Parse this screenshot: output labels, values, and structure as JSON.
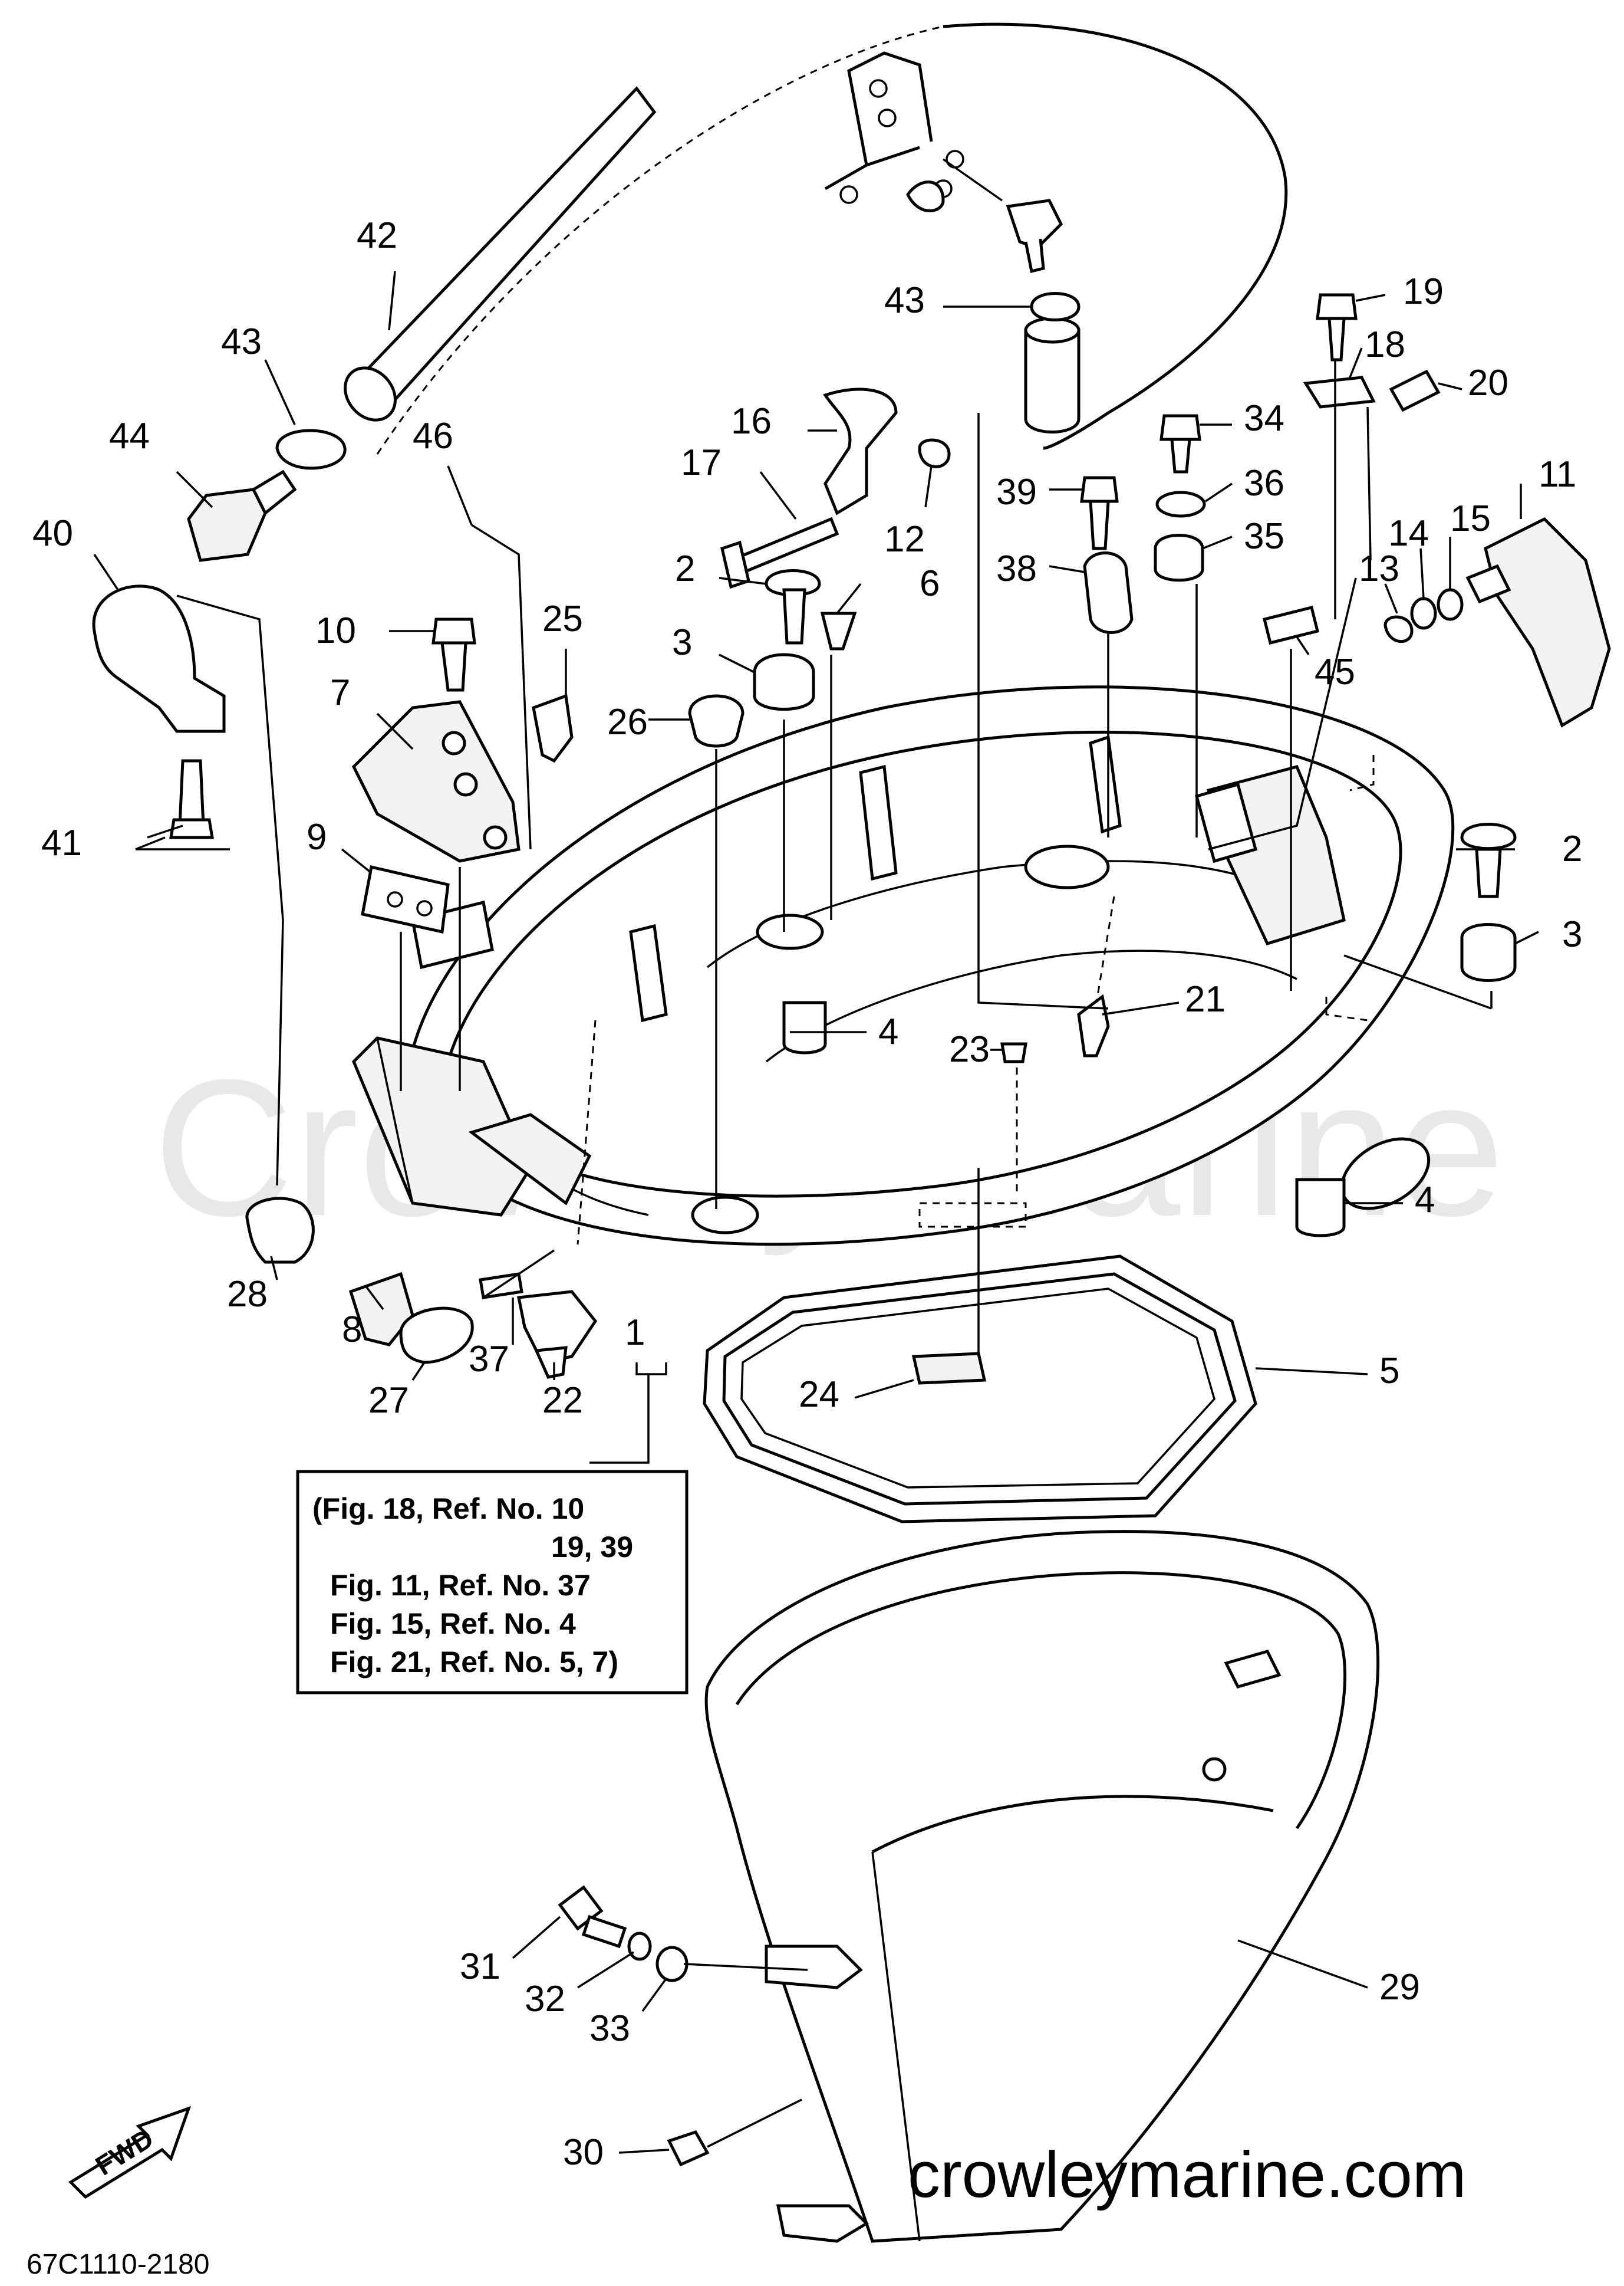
{
  "watermark": "Crowley Marine",
  "website": "crowleymarine.com",
  "diagram_code": "67C1110-2180",
  "fwd_label": "FWD",
  "reference_box": {
    "lines": [
      "(Fig. 18, Ref. No. 10",
      "19, 39",
      "Fig. 11, Ref. No. 37",
      "Fig. 15, Ref. No. 4",
      "Fig. 21, Ref. No. 5, 7)"
    ]
  },
  "callouts": [
    {
      "id": "c42",
      "text": "42"
    },
    {
      "id": "c43a",
      "text": "43"
    },
    {
      "id": "c44",
      "text": "44"
    },
    {
      "id": "c40",
      "text": "40"
    },
    {
      "id": "c46",
      "text": "46"
    },
    {
      "id": "c10",
      "text": "10"
    },
    {
      "id": "c7",
      "text": "7"
    },
    {
      "id": "c25",
      "text": "25"
    },
    {
      "id": "c9",
      "text": "9"
    },
    {
      "id": "c41",
      "text": "41"
    },
    {
      "id": "c28",
      "text": "28"
    },
    {
      "id": "c8",
      "text": "8"
    },
    {
      "id": "c27",
      "text": "27"
    },
    {
      "id": "c37",
      "text": "37"
    },
    {
      "id": "c22",
      "text": "22"
    },
    {
      "id": "c1",
      "text": "1"
    },
    {
      "id": "c16",
      "text": "16"
    },
    {
      "id": "c17",
      "text": "17"
    },
    {
      "id": "c12",
      "text": "12"
    },
    {
      "id": "c2a",
      "text": "2"
    },
    {
      "id": "c6",
      "text": "6"
    },
    {
      "id": "c3a",
      "text": "3"
    },
    {
      "id": "c26",
      "text": "26"
    },
    {
      "id": "c43b",
      "text": "43"
    },
    {
      "id": "c39",
      "text": "39"
    },
    {
      "id": "c38",
      "text": "38"
    },
    {
      "id": "c34",
      "text": "34"
    },
    {
      "id": "c36",
      "text": "36"
    },
    {
      "id": "c35",
      "text": "35"
    },
    {
      "id": "c19",
      "text": "19"
    },
    {
      "id": "c18",
      "text": "18"
    },
    {
      "id": "c20",
      "text": "20"
    },
    {
      "id": "c11",
      "text": "11"
    },
    {
      "id": "c14",
      "text": "14"
    },
    {
      "id": "c15",
      "text": "15"
    },
    {
      "id": "c13",
      "text": "13"
    },
    {
      "id": "c45",
      "text": "45"
    },
    {
      "id": "c2b",
      "text": "2"
    },
    {
      "id": "c3b",
      "text": "3"
    },
    {
      "id": "c21",
      "text": "21"
    },
    {
      "id": "c4a",
      "text": "4"
    },
    {
      "id": "c23",
      "text": "23"
    },
    {
      "id": "c4b",
      "text": "4"
    },
    {
      "id": "c5",
      "text": "5"
    },
    {
      "id": "c24",
      "text": "24"
    },
    {
      "id": "c29",
      "text": "29"
    },
    {
      "id": "c31",
      "text": "31"
    },
    {
      "id": "c32",
      "text": "32"
    },
    {
      "id": "c33",
      "text": "33"
    },
    {
      "id": "c30",
      "text": "30"
    }
  ]
}
